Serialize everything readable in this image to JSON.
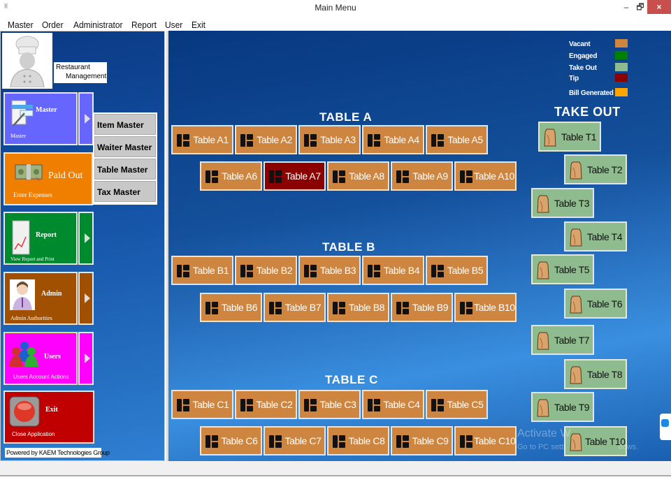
{
  "window": {
    "title": "Main Menu",
    "controls": {
      "minimize": "–",
      "maximize": "🗗",
      "close": "×"
    }
  },
  "menubar": [
    "Master",
    "Order",
    "Administrator",
    "Report",
    "User",
    "Exit"
  ],
  "sidebar": {
    "logo": {
      "line1": "Restaurant",
      "line2": "Management"
    },
    "tiles": [
      {
        "title": "Master",
        "subtitle": "Master",
        "color": "#6666ff",
        "has_arrow": true
      },
      {
        "title": "Paid Out",
        "subtitle": "Enter Expenses",
        "color": "#f07f00",
        "has_arrow": false
      },
      {
        "title": "Report",
        "subtitle": "View Report and Print",
        "color": "#008a2e",
        "has_arrow": true
      },
      {
        "title": "Admin",
        "subtitle": "Admin Authorities",
        "color": "#a05000",
        "has_arrow": true
      },
      {
        "title": "Users",
        "subtitle": "Users Account Actions",
        "color": "#ff00ff",
        "has_arrow": true
      },
      {
        "title": "Exit",
        "subtitle": "Close Application",
        "color": "#c00000",
        "has_arrow": false
      }
    ],
    "master_submenu": [
      "Item Master",
      "Waiter Master",
      "Table Master",
      "Tax Master"
    ],
    "powered_by": "Powered by KAEM Technologies Group"
  },
  "legend": [
    {
      "label": "Vacant",
      "color": "#cd853f"
    },
    {
      "label": "Engaged",
      "color": "#008000"
    },
    {
      "label": "Take Out",
      "color": "#8fbc8f"
    },
    {
      "label": "Tip",
      "color": "#8b0000"
    },
    {
      "label": "Bill Generated",
      "color": "#ffa500"
    }
  ],
  "sections": {
    "a": {
      "title": "TABLE  A",
      "tables": [
        {
          "label": "Table A1",
          "status": "Vacant"
        },
        {
          "label": "Table A2",
          "status": "Vacant"
        },
        {
          "label": "Table A3",
          "status": "Vacant"
        },
        {
          "label": "Table A4",
          "status": "Vacant"
        },
        {
          "label": "Table A5",
          "status": "Vacant"
        },
        {
          "label": "Table A6",
          "status": "Vacant"
        },
        {
          "label": "Table A7",
          "status": "Tip"
        },
        {
          "label": "Table A8",
          "status": "Vacant"
        },
        {
          "label": "Table A9",
          "status": "Vacant"
        },
        {
          "label": "Table A10",
          "status": "Vacant"
        }
      ]
    },
    "b": {
      "title": "TABLE  B",
      "tables": [
        {
          "label": "Table B1",
          "status": "Vacant"
        },
        {
          "label": "Table B2",
          "status": "Vacant"
        },
        {
          "label": "Table B3",
          "status": "Vacant"
        },
        {
          "label": "Table B4",
          "status": "Vacant"
        },
        {
          "label": "Table B5",
          "status": "Vacant"
        },
        {
          "label": "Table B6",
          "status": "Vacant"
        },
        {
          "label": "Table B7",
          "status": "Vacant"
        },
        {
          "label": "Table B8",
          "status": "Vacant"
        },
        {
          "label": "Table B9",
          "status": "Vacant"
        },
        {
          "label": "Table B10",
          "status": "Vacant"
        }
      ]
    },
    "c": {
      "title": "TABLE  C",
      "tables": [
        {
          "label": "Table C1",
          "status": "Vacant"
        },
        {
          "label": "Table C2",
          "status": "Vacant"
        },
        {
          "label": "Table C3",
          "status": "Vacant"
        },
        {
          "label": "Table C4",
          "status": "Vacant"
        },
        {
          "label": "Table C5",
          "status": "Vacant"
        },
        {
          "label": "Table C6",
          "status": "Vacant"
        },
        {
          "label": "Table C7",
          "status": "Vacant"
        },
        {
          "label": "Table C8",
          "status": "Vacant"
        },
        {
          "label": "Table C9",
          "status": "Vacant"
        },
        {
          "label": "Table C10",
          "status": "Vacant"
        }
      ]
    }
  },
  "takeout": {
    "title": "TAKE OUT",
    "tables": [
      "Table T1",
      "Table T2",
      "Table T3",
      "Table T4",
      "Table T5",
      "Table T6",
      "Table T7",
      "Table T8",
      "Table T9",
      "Table T10"
    ]
  },
  "watermark": {
    "line1": "Activate W",
    "line2": "Go to PC setti",
    "line3": "dows."
  }
}
